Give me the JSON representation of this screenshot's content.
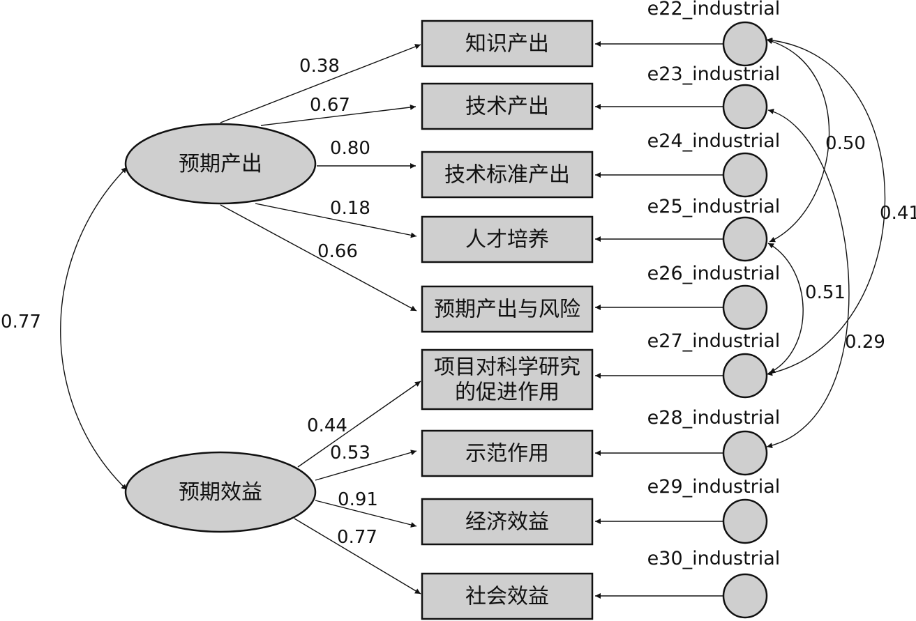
{
  "latents": [
    {
      "id": "L1",
      "label": "预期产出"
    },
    {
      "id": "L2",
      "label": "预期效益"
    }
  ],
  "latent_covariance": "0.77",
  "indicators": [
    {
      "id": "I22",
      "label": [
        "知识产出"
      ],
      "error": "e22_industrial",
      "latent": "L1",
      "loading": "0.38"
    },
    {
      "id": "I23",
      "label": [
        "技术产出"
      ],
      "error": "e23_industrial",
      "latent": "L1",
      "loading": "0.67"
    },
    {
      "id": "I24",
      "label": [
        "技术标准产出"
      ],
      "error": "e24_industrial",
      "latent": "L1",
      "loading": "0.80"
    },
    {
      "id": "I25",
      "label": [
        "人才培养"
      ],
      "error": "e25_industrial",
      "latent": "L1",
      "loading": "0.18"
    },
    {
      "id": "I26",
      "label": [
        "预期产出与风险"
      ],
      "error": "e26_industrial",
      "latent": "L1",
      "loading": "0.66"
    },
    {
      "id": "I27",
      "label": [
        "项目对科学研究",
        "的促进作用"
      ],
      "error": "e27_industrial",
      "latent": "L2",
      "loading": "0.44"
    },
    {
      "id": "I28",
      "label": [
        "示范作用"
      ],
      "error": "e28_industrial",
      "latent": "L2",
      "loading": "0.53"
    },
    {
      "id": "I29",
      "label": [
        "经济效益"
      ],
      "error": "e29_industrial",
      "latent": "L2",
      "loading": "0.91"
    },
    {
      "id": "I30",
      "label": [
        "社会效益"
      ],
      "error": "e30_industrial",
      "latent": "L2",
      "loading": "0.77"
    }
  ],
  "error_covariances": [
    {
      "from": "e22_industrial",
      "to": "e25_industrial",
      "value": "0.50"
    },
    {
      "from": "e22_industrial",
      "to": "e27_industrial",
      "value": "0.41"
    },
    {
      "from": "e25_industrial",
      "to": "e27_industrial",
      "value": "0.51"
    },
    {
      "from": "e23_industrial",
      "to": "e28_industrial",
      "value": "0.29"
    }
  ]
}
